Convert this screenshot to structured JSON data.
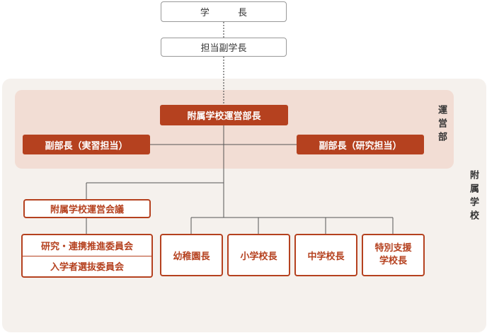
{
  "top": {
    "president": "学 長",
    "vice_president": "担当副学長"
  },
  "management": {
    "section_label": "運営部",
    "director": "附属学校運営部長",
    "deputy_practice": "副部長（実習担当）",
    "deputy_research": "副部長（研究担当）"
  },
  "schools": {
    "section_label": "附属学校",
    "council": "附属学校運営会議",
    "committee_1": "研究・連携推進委員会",
    "committee_2": "入学者選抜委員会",
    "principals": [
      {
        "line1": "幼稚園長",
        "line2": ""
      },
      {
        "line1": "小学校長",
        "line2": ""
      },
      {
        "line1": "中学校長",
        "line2": ""
      },
      {
        "line1": "特別支援",
        "line2": "学校長"
      }
    ]
  },
  "colors": {
    "accent": "#b5411f",
    "management_bg": "#f2ddd4",
    "schools_bg": "#f5f1ed"
  }
}
